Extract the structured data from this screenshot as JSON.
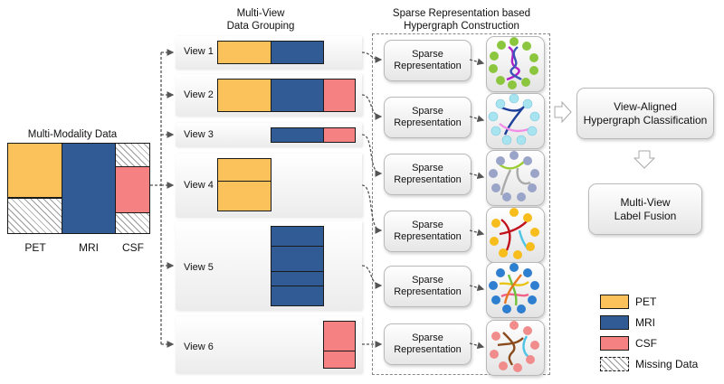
{
  "headings": {
    "multi_modality": "Multi-Modality Data",
    "grouping": [
      "Multi-View",
      "Data Grouping"
    ],
    "sparse_hg": [
      "Sparse Representation based",
      "Hypergraph Construction"
    ]
  },
  "modalities": [
    "PET",
    "MRI",
    "CSF"
  ],
  "views": [
    "View 1",
    "View 2",
    "View 3",
    "View 4",
    "View 5",
    "View 6"
  ],
  "sparse_box": [
    "Sparse",
    "Representation"
  ],
  "classification": [
    "View-Aligned",
    "Hypergraph Classification"
  ],
  "fusion": [
    "Multi-View",
    "Label Fusion"
  ],
  "legend": [
    {
      "label": "PET",
      "color": "#fbc25c"
    },
    {
      "label": "MRI",
      "color": "#315b94"
    },
    {
      "label": "CSF",
      "color": "#f58182"
    },
    {
      "label": "Missing Data",
      "color": "hatched"
    }
  ],
  "colors": {
    "pet": "#fbc25c",
    "mri": "#315b94",
    "csf": "#f58182"
  },
  "hypergraph_node_colors": [
    "#8cc63e",
    "#a8e4f0",
    "#9aa4c8",
    "#f7bd1d",
    "#2e7fcf",
    "#f08c8c"
  ]
}
